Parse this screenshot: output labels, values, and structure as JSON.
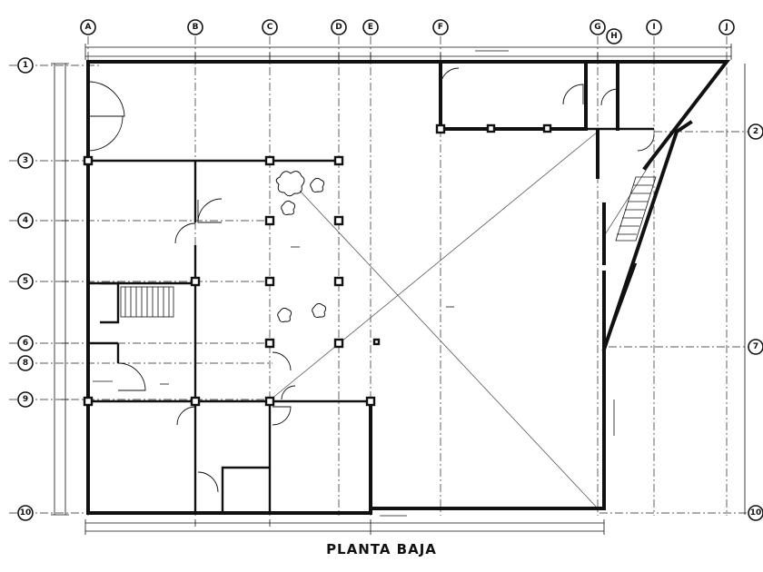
{
  "plan": {
    "title": "PLANTA BAJA",
    "column_axes": [
      "A",
      "B",
      "C",
      "D",
      "E",
      "F",
      "G",
      "H",
      "I",
      "J"
    ],
    "row_axes": [
      "1",
      "2",
      "3",
      "4",
      "5",
      "6",
      "7",
      "8",
      "9",
      "10"
    ]
  }
}
